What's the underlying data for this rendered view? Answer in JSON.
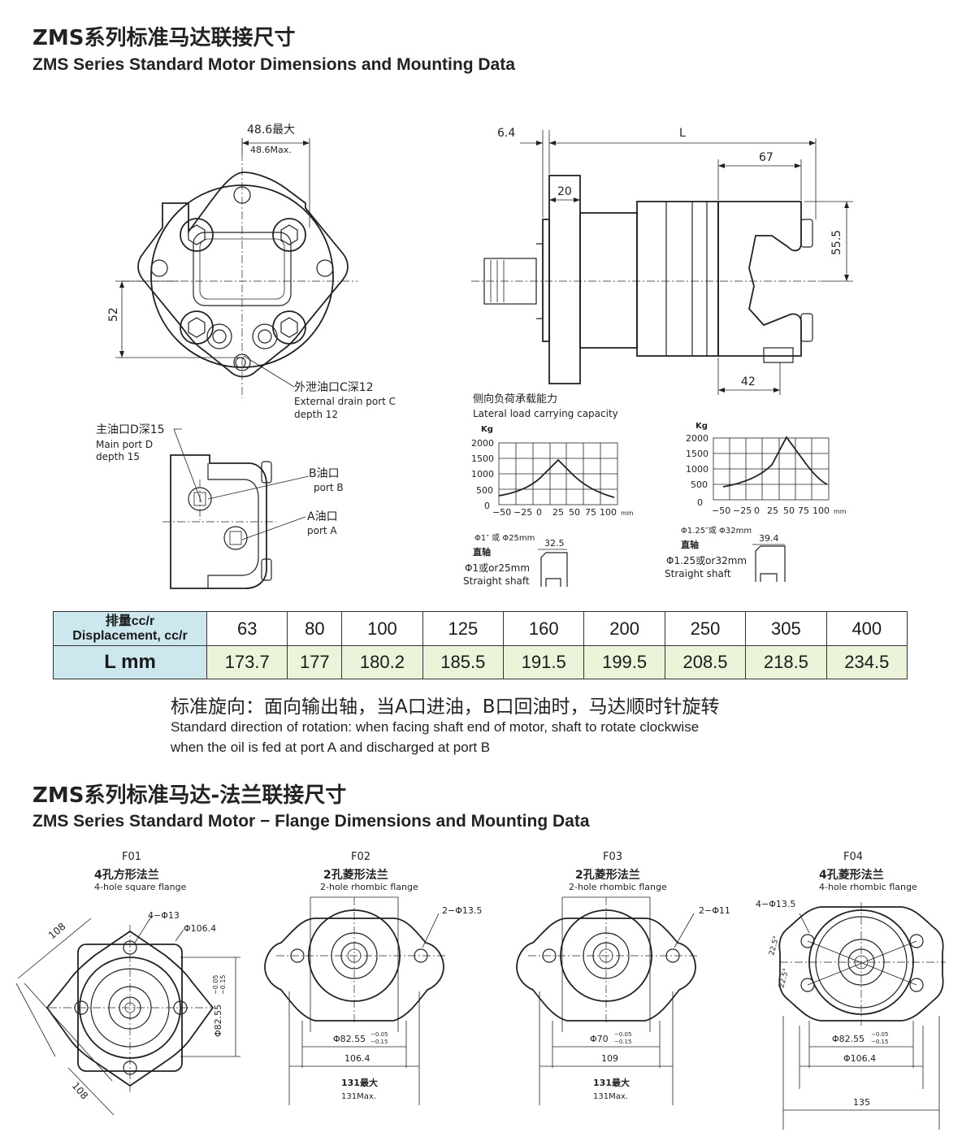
{
  "section1": {
    "title_cn": "ZMS系列标准马达联接尺寸",
    "title_en": "ZMS Series Standard Motor Dimensions and Mounting Data"
  },
  "front_view": {
    "dim_top_cn": "48.6最大",
    "dim_top_en": "48.6Max.",
    "dim_left": "52",
    "drain_cn": "外泄油口C深12",
    "drain_en1": "External drain port C",
    "drain_en2": "depth 12"
  },
  "side_view": {
    "dim_6_4": "6.4",
    "dim_L": "L",
    "dim_67": "67",
    "dim_20": "20",
    "dim_55_5": "55.5",
    "dim_42": "42"
  },
  "port_view": {
    "main_cn": "主油口D深15",
    "main_en1": "Main port D",
    "main_en2": "depth 15",
    "b_cn": "B油口",
    "b_en": "port B",
    "a_cn": "A油口",
    "a_en": "port A"
  },
  "lateral_load": {
    "title_cn": "侧向负荷承载能力",
    "title_en": "Lateral load carrying capacity",
    "charts": [
      {
        "y_unit": "Kg",
        "y_ticks": [
          "2000",
          "1500",
          "1000",
          "500",
          "0"
        ],
        "x_ticks": [
          "−50",
          "−25",
          "0",
          "25",
          "50",
          "75",
          "100"
        ],
        "x_unit": "mm",
        "shaft_dia_cn": "Φ1″ 或 Φ25mm",
        "shaft_cn": "直轴",
        "shaft_dia_en": "Φ1或or25mm",
        "shaft_en": "Straight shaft",
        "shaft_dim": "32.5"
      },
      {
        "y_unit": "Kg",
        "y_ticks": [
          "2000",
          "1500",
          "1000",
          "500",
          "0"
        ],
        "x_ticks": [
          "−50",
          "−25",
          "0",
          "25",
          "50",
          "75",
          "100"
        ],
        "x_unit": "mm",
        "shaft_dia_cn": "Φ1.25″或 Φ32mm",
        "shaft_cn": "直轴",
        "shaft_dia_en": "Φ1.25或or32mm",
        "shaft_en": "Straight shaft",
        "shaft_dim": "39.4"
      }
    ]
  },
  "table": {
    "head_cn": "排量cc/r",
    "head_en": "Displacement, cc/r",
    "row2_label": "L mm",
    "displacement": [
      "63",
      "80",
      "100",
      "125",
      "160",
      "200",
      "250",
      "305",
      "400"
    ],
    "length": [
      "173.7",
      "177",
      "180.2",
      "185.5",
      "191.5",
      "199.5",
      "208.5",
      "218.5",
      "234.5"
    ]
  },
  "rotation": {
    "cn": "标准旋向：面向输出轴，当A口进油，B口回油时，马达顺时针旋转",
    "en1": "Standard direction of rotation: when facing shaft end of motor, shaft to rotate clockwise",
    "en2": "when  the oil is fed at port A and discharged at port B"
  },
  "section2": {
    "title_cn": "ZMS系列标准马达-法兰联接尺寸",
    "title_en": "ZMS Series Standard Motor − Flange Dimensions and Mounting Data"
  },
  "flanges": {
    "f01": {
      "code": "F01",
      "cn": "4孔方形法兰",
      "en": "4-hole square flange",
      "holes": "4−Φ13",
      "bolt_circle": "Φ106.4",
      "pilot": "Φ82.55",
      "tol_up": "−0.05",
      "tol_dn": "−0.15",
      "side1": "108",
      "side2": "108"
    },
    "f02": {
      "code": "F02",
      "cn": "2孔菱形法兰",
      "en": "2-hole rhombic flange",
      "holes": "2−Φ13.5",
      "pilot": "Φ82.55",
      "tol_up": "−0.05",
      "tol_dn": "−0.15",
      "width1": "106.4",
      "width2_cn": "131最大",
      "width2_en": "131Max."
    },
    "f03": {
      "code": "F03",
      "cn": "2孔菱形法兰",
      "en": "2-hole rhombic flange",
      "holes": "2−Φ11",
      "pilot": "Φ70",
      "tol_up": "−0.05",
      "tol_dn": "−0.15",
      "width1": "109",
      "width2_cn": "131最大",
      "width2_en": "131Max."
    },
    "f04": {
      "code": "F04",
      "cn": "4孔菱形法兰",
      "en": "4-hole rhombic flange",
      "holes": "4−Φ13.5",
      "angle1": "22.5°",
      "angle2": "22.5°",
      "pilot": "Φ82.55",
      "tol_up": "−0.05",
      "tol_dn": "−0.15",
      "bolt_circle": "Φ106.4",
      "width": "135"
    }
  }
}
